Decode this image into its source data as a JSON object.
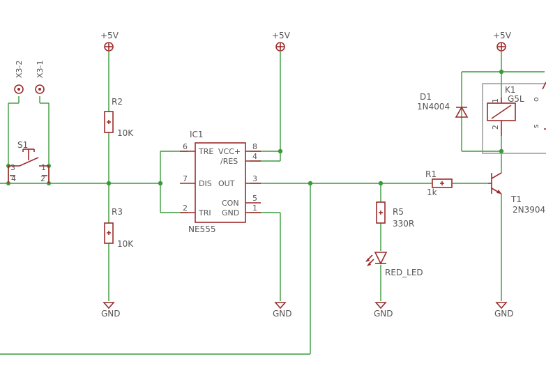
{
  "power": {
    "vcc_label": "+5V",
    "gnd_label": "GND"
  },
  "connectors": {
    "x3_2": "X3-2",
    "x3_1": "X3-1"
  },
  "switch": {
    "name": "S1",
    "pin1": "1",
    "pin2": "2",
    "pin3": "3",
    "pin4": "4"
  },
  "r2": {
    "name": "R2",
    "value": "10K"
  },
  "r3": {
    "name": "R3",
    "value": "10K"
  },
  "ic1": {
    "name": "IC1",
    "value": "NE555",
    "pin_tre": "TRE",
    "pin_dis": "DIS",
    "pin_tri": "TRI",
    "pin_vcc": "VCC+",
    "pin_res": "/RES",
    "pin_out": "OUT",
    "pin_con": "CON",
    "pin_gnd": "GND",
    "num6": "6",
    "num7": "7",
    "num2": "2",
    "num8": "8",
    "num4": "4",
    "num3": "3",
    "num5": "5",
    "num1": "1"
  },
  "r5": {
    "name": "R5",
    "value": "330R"
  },
  "led": {
    "name": "RED_LED"
  },
  "r1": {
    "name": "R1",
    "value": "1k"
  },
  "t1": {
    "name": "T1",
    "value": "2N3904"
  },
  "d1": {
    "name": "D1",
    "value": "1N4004"
  },
  "k1": {
    "name": "K1",
    "value": "G5L",
    "pin1": "1",
    "pin2": "2",
    "pin_o": "o",
    "pin_s": "s"
  }
}
